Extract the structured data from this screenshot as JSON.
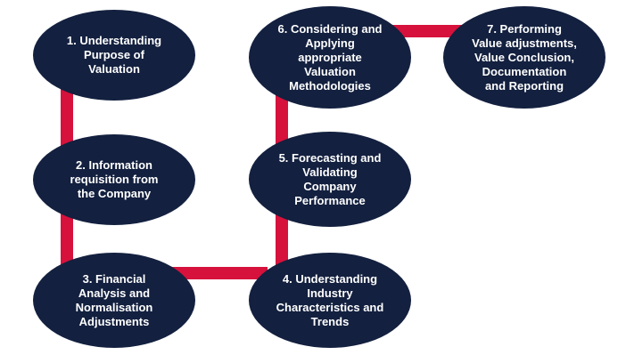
{
  "colors": {
    "node_fill": "#13203f",
    "node_text": "#ffffff",
    "connector": "#d6123c",
    "background": "#ffffff"
  },
  "steps": [
    {
      "number": "1",
      "label": "1. Understanding\nPurpose of\nValuation"
    },
    {
      "number": "2",
      "label": "2. Information\nrequisition from\nthe Company"
    },
    {
      "number": "3",
      "label": "3. Financial\nAnalysis and\nNormalisation\nAdjustments"
    },
    {
      "number": "4",
      "label": "4. Understanding\nIndustry\nCharacteristics and\nTrends"
    },
    {
      "number": "5",
      "label": "5. Forecasting and\nValidating\nCompany\nPerformance"
    },
    {
      "number": "6",
      "label": "6. Considering and\nApplying\nappropriate\nValuation\nMethodologies"
    },
    {
      "number": "7",
      "label": "7. Performing\nValue adjustments,\nValue Conclusion,\nDocumentation\nand Reporting"
    }
  ]
}
